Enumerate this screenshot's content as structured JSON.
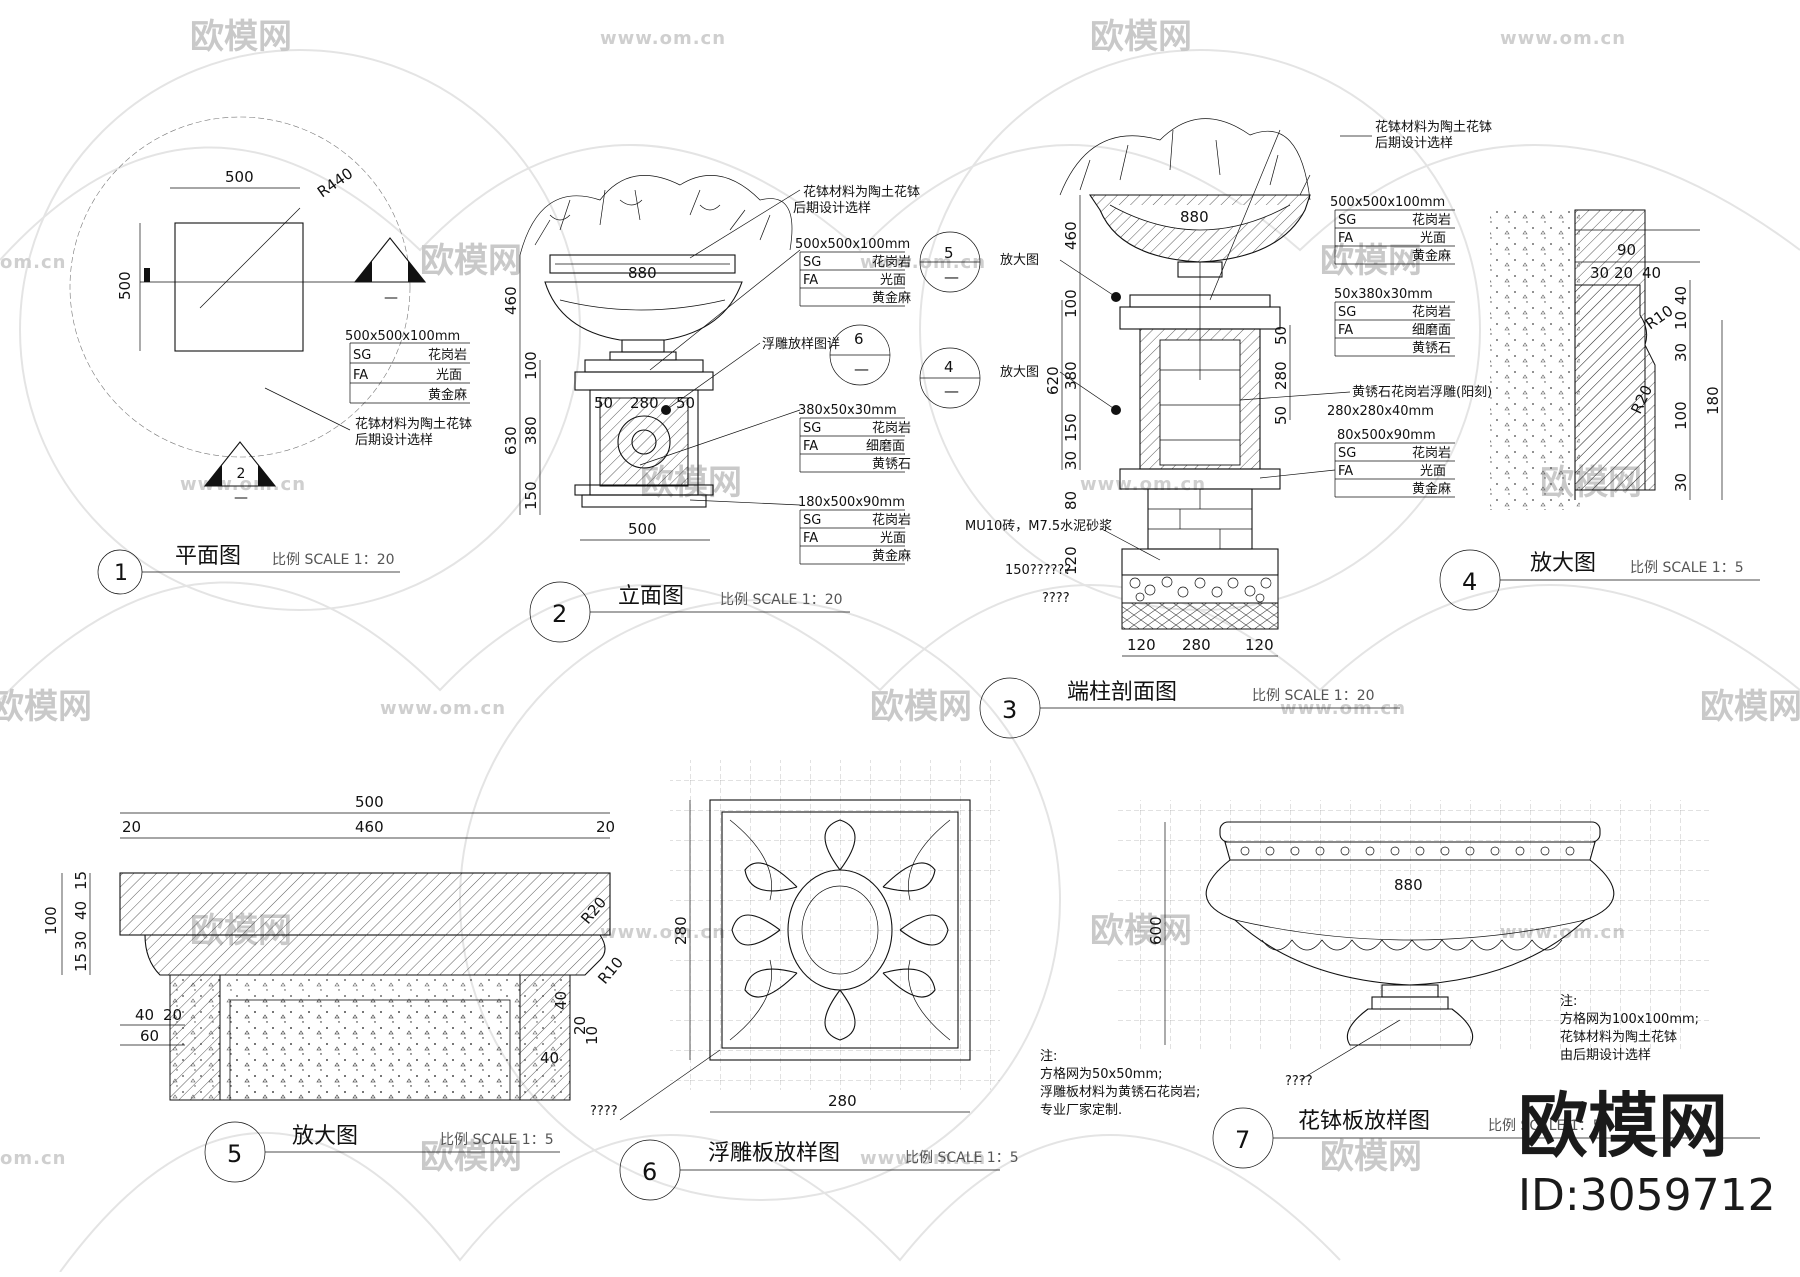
{
  "watermark": {
    "brand": "欧模网",
    "url": "www.om.cn",
    "frag": "om.cn",
    "id_label": "ID:3059712"
  },
  "drawing1": {
    "title": "平面图",
    "num": "1",
    "scale": "比例 SCALE 1：20",
    "dims": {
      "w": "500",
      "h": "500",
      "r": "R440"
    },
    "section_num": "2",
    "section_dash": "—",
    "spec": [
      "500x500x100mm",
      "SG",
      "花岗岩",
      "FA",
      "光面",
      "黄金麻"
    ],
    "note": [
      "花钵材料为陶土花钵",
      "后期设计选样"
    ]
  },
  "drawing2": {
    "title": "立面图",
    "num": "2",
    "scale": "比例 SCALE 1：20",
    "dims": {
      "v460": "460",
      "v100": "100",
      "v380": "380",
      "v630": "630",
      "v150": "150",
      "w880": "880",
      "w50a": "50",
      "w280": "280",
      "w50b": "50",
      "w500": "500"
    },
    "note": [
      "花钵材料为陶土花钵",
      "后期设计选样"
    ],
    "label_relief": "浮雕放样图详",
    "callout_5": "5",
    "callout_6": "6",
    "callout_4": "4",
    "dash": "—",
    "spec1": [
      "500x500x100mm",
      "SG",
      "花岗岩",
      "FA",
      "光面",
      "黄金麻"
    ],
    "spec2": [
      "380x50x30mm",
      "SG",
      "花岗岩",
      "FA",
      "细磨面",
      "黄锈石"
    ],
    "spec3": [
      "180x500x90mm",
      "SG",
      "花岗岩",
      "FA",
      "光面",
      "黄金麻"
    ]
  },
  "drawing3": {
    "title": "端柱剖面图",
    "num": "3",
    "scale": "比例 SCALE 1：20",
    "note": [
      "花钵材料为陶土花钵",
      "后期设计选样"
    ],
    "enlarge1": "放大图",
    "enlarge2": "放大图",
    "dims": {
      "w880": "880",
      "v460": "460",
      "v100": "100",
      "v380": "380",
      "v620": "620",
      "v150": "150",
      "v30": "30",
      "v80": "80",
      "v120": "120",
      "v50a": "50",
      "v280": "280",
      "v50b": "50",
      "b120a": "120",
      "b280": "280",
      "b120b": "120"
    },
    "spec1": [
      "500x500x100mm",
      "SG",
      "花岗岩",
      "FA",
      "光面",
      "黄金麻"
    ],
    "spec2": [
      "50x380x30mm",
      "SG",
      "花岗岩",
      "FA",
      "细磨面",
      "黄锈石"
    ],
    "relief_note": "黄锈石花岗岩浮雕(阳刻)",
    "relief_size": "280x280x40mm",
    "spec3": [
      "80x500x90mm",
      "SG",
      "花岗岩",
      "FA",
      "光面",
      "黄金麻"
    ],
    "mortar": "MU10砖，M7.5水泥砂浆",
    "q1": "150??????",
    "q2": "????"
  },
  "drawing4": {
    "title": "放大图",
    "num": "4",
    "scale": "比例 SCALE 1：5",
    "dims": {
      "h90": "90",
      "h30": "30",
      "h20": "20",
      "h40": "40",
      "v40": "40",
      "v10": "10",
      "v30a": "30",
      "v100": "100",
      "v30b": "30",
      "v180": "180",
      "r10": "R10",
      "r20": "R20"
    }
  },
  "drawing5": {
    "title": "放大图",
    "num": "5",
    "scale": "比例 SCALE 1：5",
    "dims": {
      "w500": "500",
      "w460": "460",
      "w20a": "20",
      "w20b": "20",
      "v100": "100",
      "v15a": "15",
      "v40": "40",
      "v30": "30",
      "v15b": "15",
      "r20": "R20",
      "r10": "R10",
      "b40": "40",
      "b20": "20",
      "b60": "60",
      "s40": "40",
      "s20": "20",
      "s10": "10",
      "s40b": "40"
    }
  },
  "drawing6": {
    "title": "浮雕板放样图",
    "num": "6",
    "scale": "比例 SCALE 1：5",
    "dims": {
      "w280": "280",
      "h280": "280"
    },
    "note": [
      "注:",
      "方格网为50x50mm;",
      "浮雕板材料为黄锈石花岗岩;",
      "专业厂家定制."
    ],
    "q": "????"
  },
  "drawing7": {
    "title": "花钵板放样图",
    "num": "7",
    "scale": "比例 SCALE 1：5",
    "dims": {
      "w880": "880",
      "h600": "600"
    },
    "note": [
      "注:",
      "方格网为100x100mm;",
      "花钵材料为陶土花钵",
      "由后期设计选样"
    ],
    "q": "????"
  }
}
